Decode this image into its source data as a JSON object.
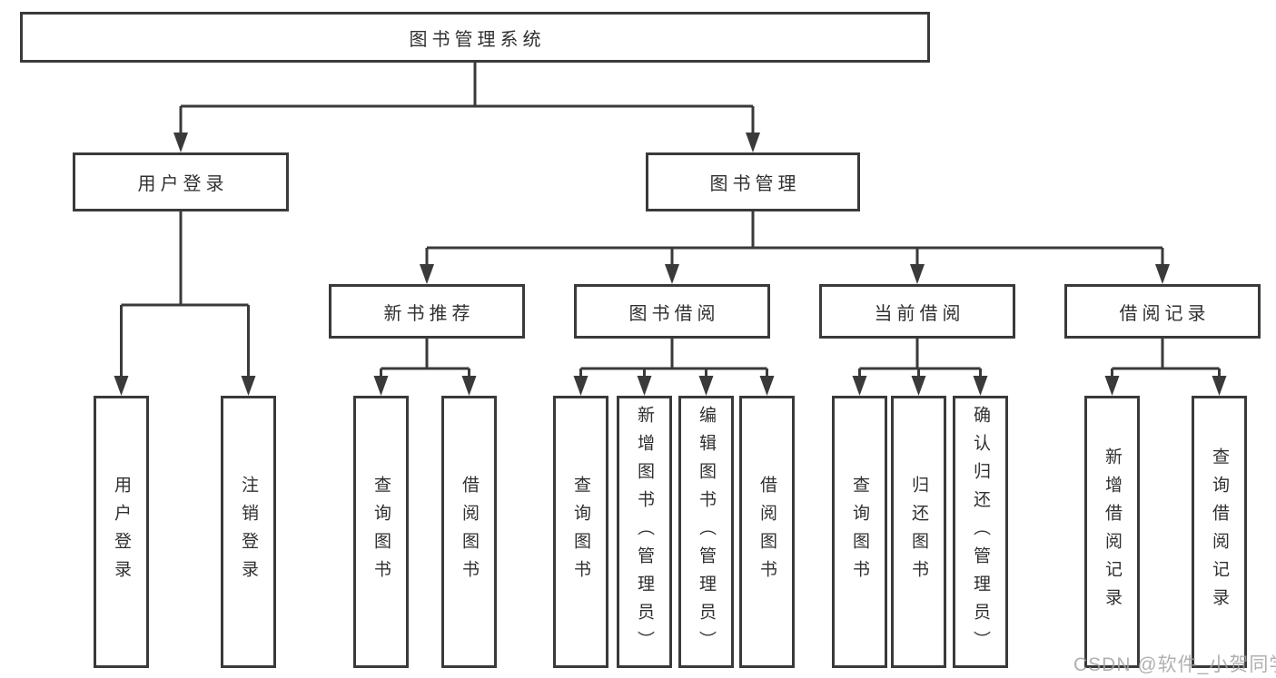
{
  "tree": {
    "root": "图书管理系统",
    "level2": [
      {
        "label": "用户登录",
        "children": [
          "用户登录",
          "注销登录"
        ]
      },
      {
        "label": "图书管理"
      }
    ],
    "level3": [
      {
        "label": "新书推荐",
        "children": [
          "查询图书",
          "借阅图书"
        ]
      },
      {
        "label": "图书借阅",
        "children": [
          "查询图书",
          "新增图书（管理员）",
          "编辑图书（管理员）",
          "借阅图书"
        ]
      },
      {
        "label": "当前借阅",
        "children": [
          "查询图书",
          "归还图书",
          "确认归还（管理员）"
        ]
      },
      {
        "label": "借阅记录",
        "children": [
          "新增借阅记录",
          "查询借阅记录"
        ]
      }
    ]
  },
  "watermark": "CSDN @软件_小贺同学"
}
